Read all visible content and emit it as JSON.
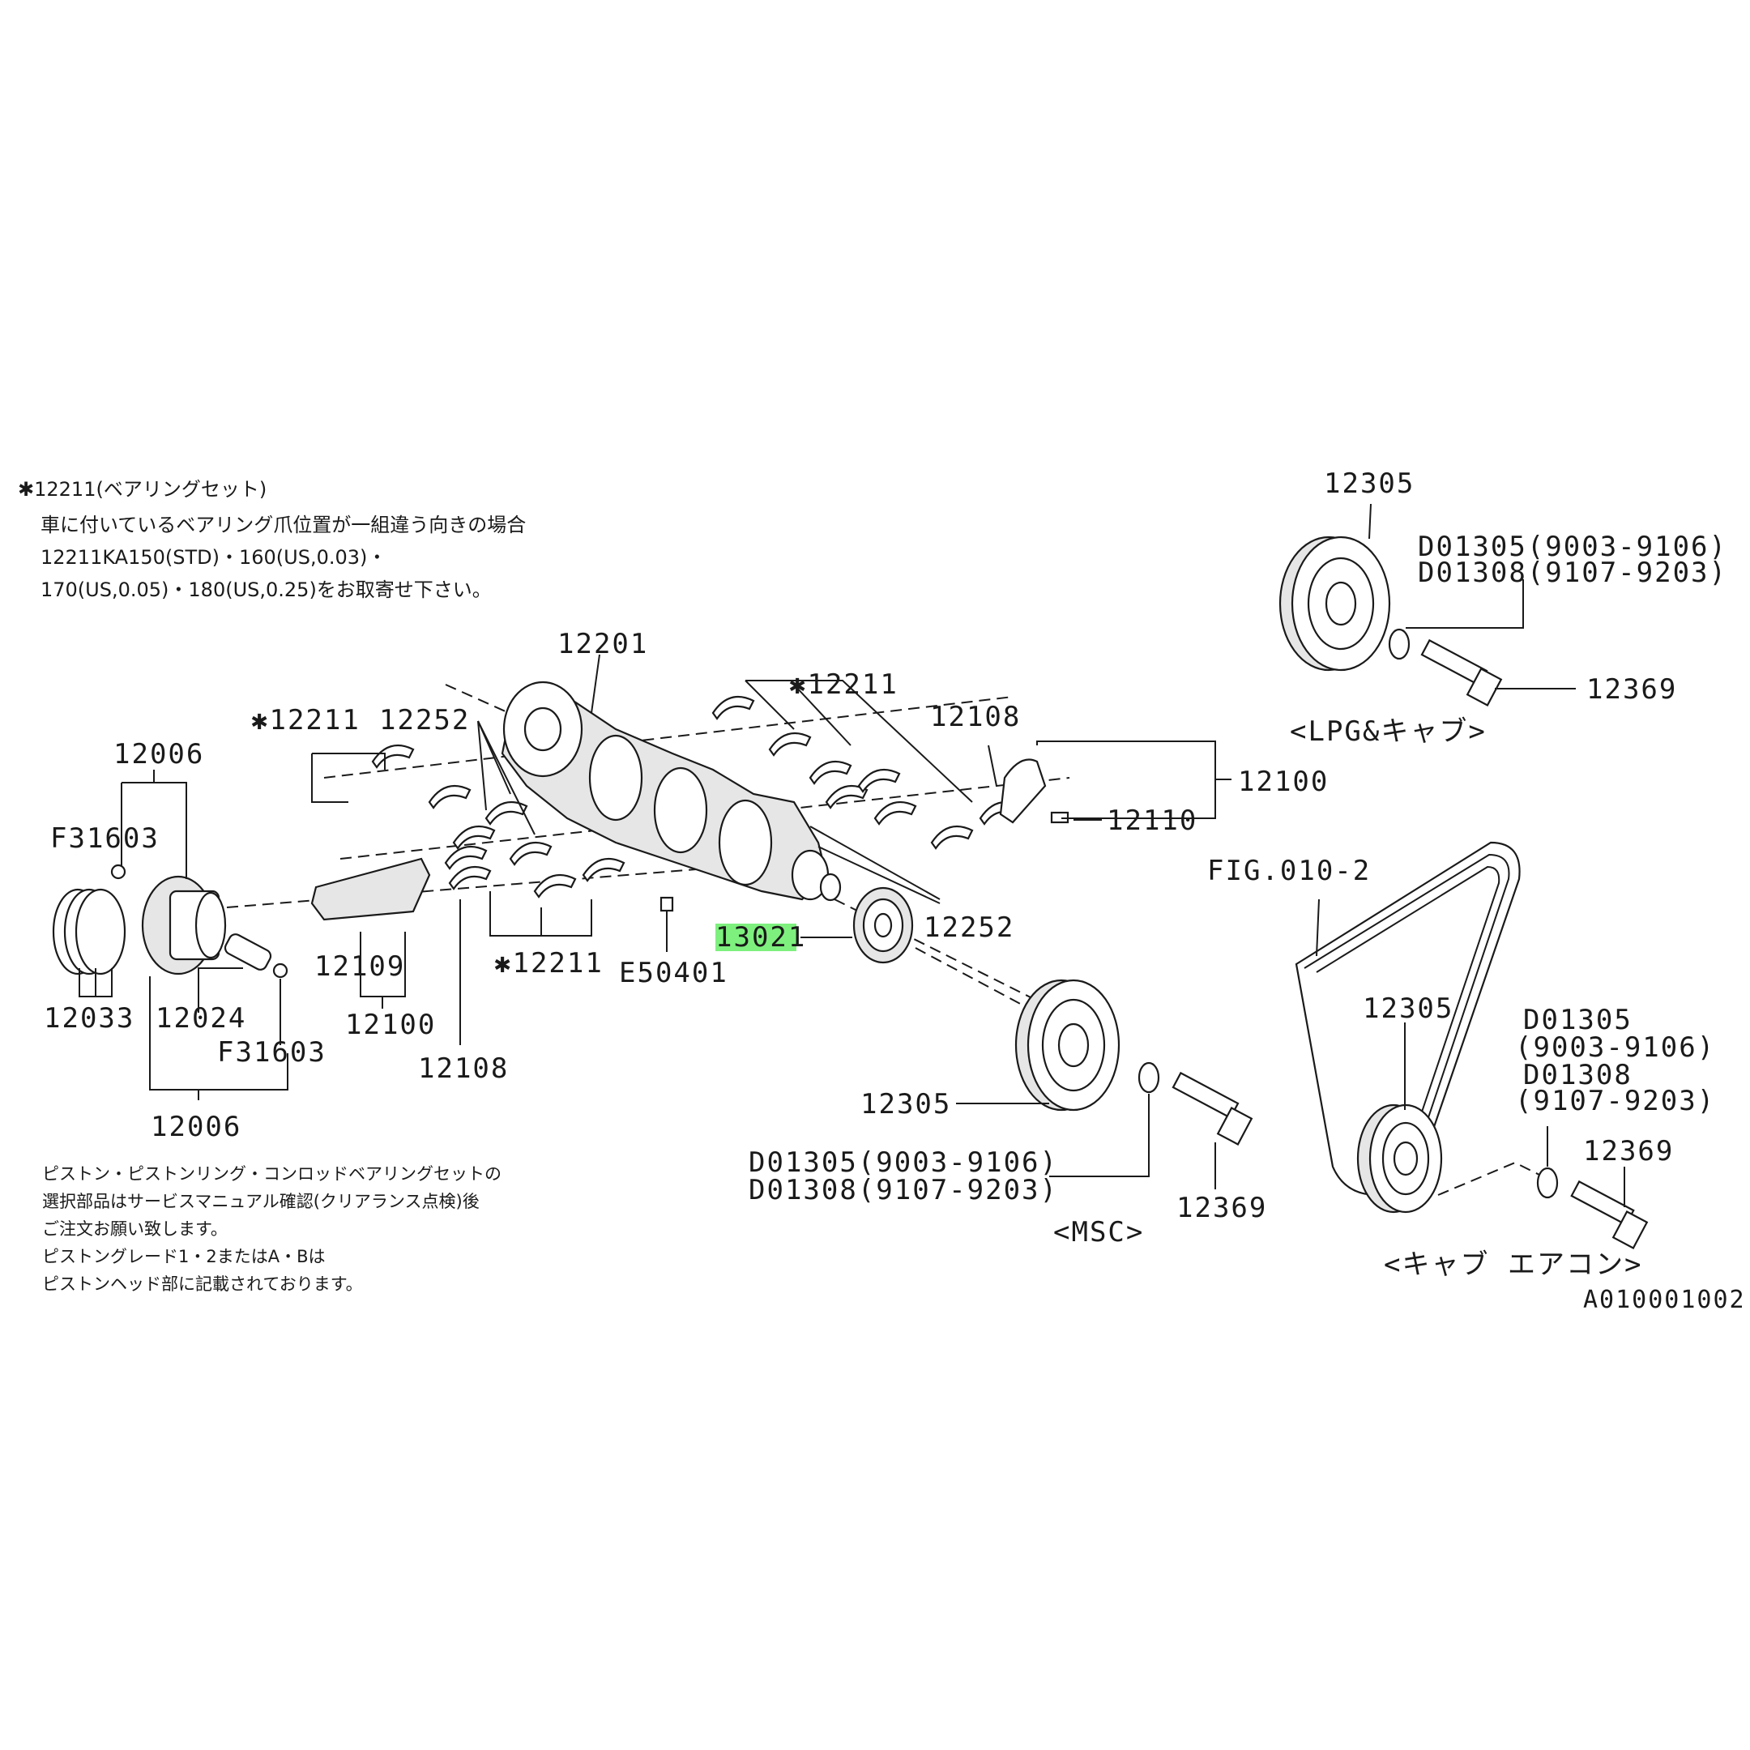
{
  "highlight_color": "#7ef07e",
  "notes": {
    "bearing_set": [
      "✱12211(ベアリングセット)",
      "車に付いているベアリング爪位置が一組違う向きの場合",
      "12211KA150(STD)・160(US,0.03)・",
      "170(US,0.05)・180(US,0.25)をお取寄せ下さい。"
    ],
    "selection": [
      "ピストン・ピストンリング・コンロッドベアリングセットの",
      "選択部品はサービスマニュアル確認(クリアランス点検)後",
      "ご注文お願い致します。",
      "ピストングレード1・2またはA・Bは",
      "ピストンヘッド部に記載されております。"
    ]
  },
  "labels": {
    "l12201": "12201",
    "l12211_top": "✱12211",
    "l12211_left": "✱12211",
    "l12252_top": "12252",
    "l12108_top": "12108",
    "l12100_right": "12100",
    "l12110": "12110",
    "l12006_top": "12006",
    "lF31603_top": "F31603",
    "l12252_bottom": "12252",
    "l13021": "13021",
    "lE50401": "E50401",
    "l12211_bottom": "✱12211",
    "l12109": "12109",
    "l12100_bottom": "12100",
    "l12033": "12033",
    "l12024": "12024",
    "lF31603_bottom": "F31603",
    "l12108_bottom": "12108",
    "l12006_bottom": "12006",
    "l12305_lpg": "12305",
    "lD01305_lpg": "D01305(9003-9106)",
    "lD01308_lpg": "D01308(9107-9203)",
    "l12369_lpg": "12369",
    "caption_lpg": "<LPG&キャブ>",
    "lFIG": "FIG.010-2",
    "l12305_ac": "12305",
    "lD01305_ac": "D01305",
    "lD01305_ac_range": "(9003-9106)",
    "lD01308_ac": "D01308",
    "lD01308_ac_range": "(9107-9203)",
    "l12369_ac": "12369",
    "caption_ac": "<キャブ エアコン>",
    "l12305_msc": "12305",
    "lD01305_msc": "D01305(9003-9106)",
    "lD01308_msc": "D01308(9107-9203)",
    "l12369_msc": "12369",
    "caption_msc": "<MSC>",
    "code": "A010001002"
  }
}
